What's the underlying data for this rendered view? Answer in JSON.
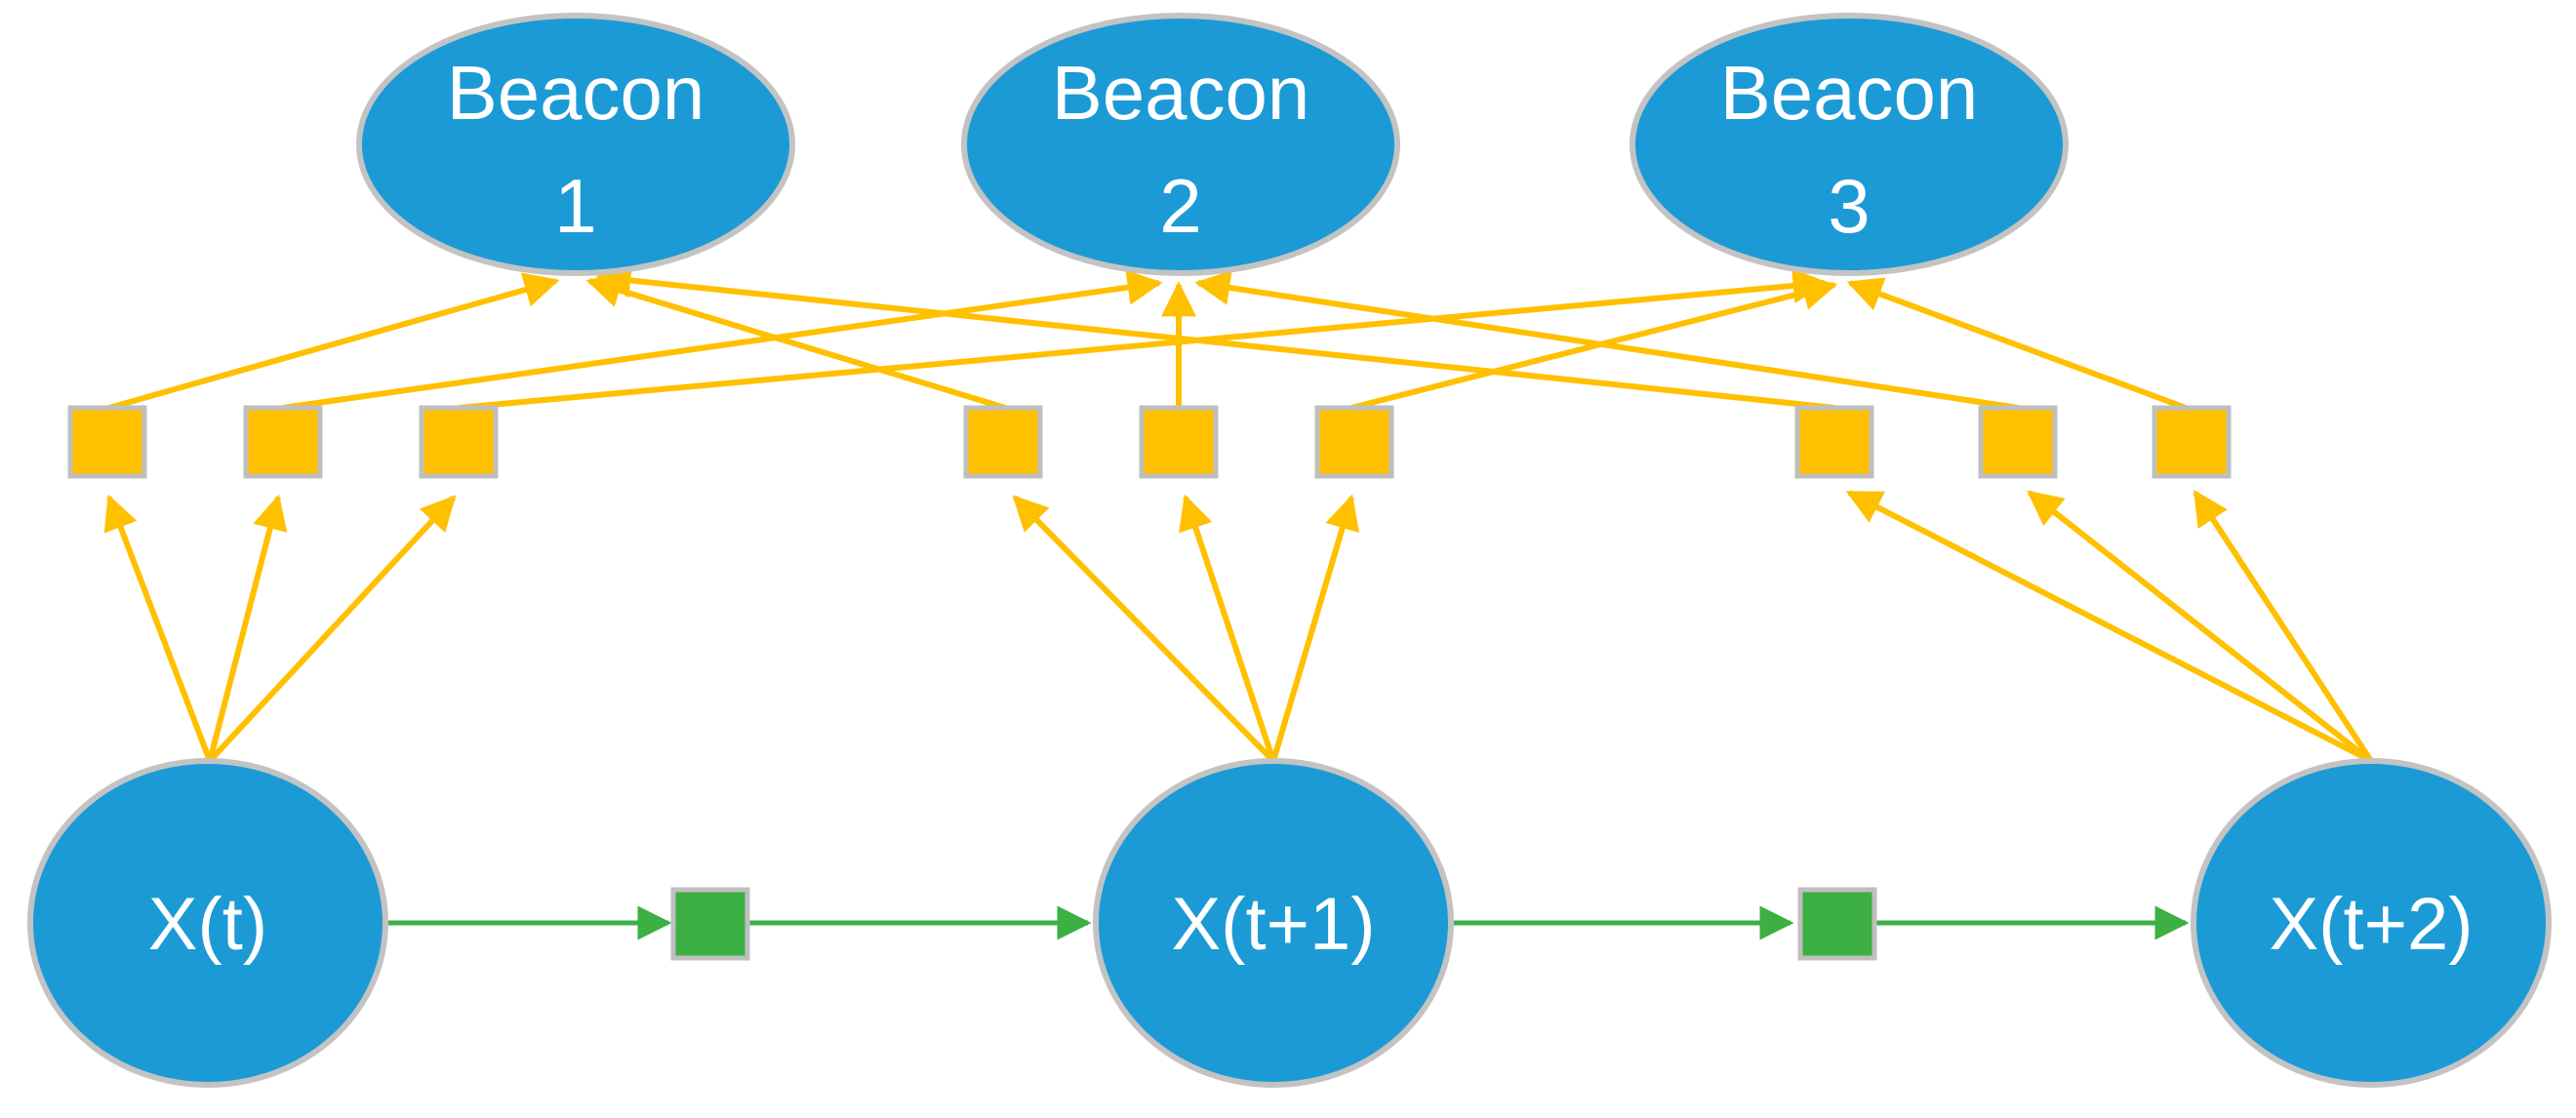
{
  "beacons": [
    {
      "id": "beacon-1",
      "line1": "Beacon",
      "line2": "1"
    },
    {
      "id": "beacon-2",
      "line1": "Beacon",
      "line2": "2"
    },
    {
      "id": "beacon-3",
      "line1": "Beacon",
      "line2": "3"
    }
  ],
  "states": [
    {
      "id": "state-t",
      "label": "X(t)"
    },
    {
      "id": "state-t1",
      "label": "X(t+1)"
    },
    {
      "id": "state-t2",
      "label": "X(t+2)"
    }
  ],
  "colors": {
    "node_fill": "#1c9ad6",
    "node_border": "#c3c3c3",
    "observation_factor": "#ffc000",
    "transition_factor": "#3cb043"
  }
}
